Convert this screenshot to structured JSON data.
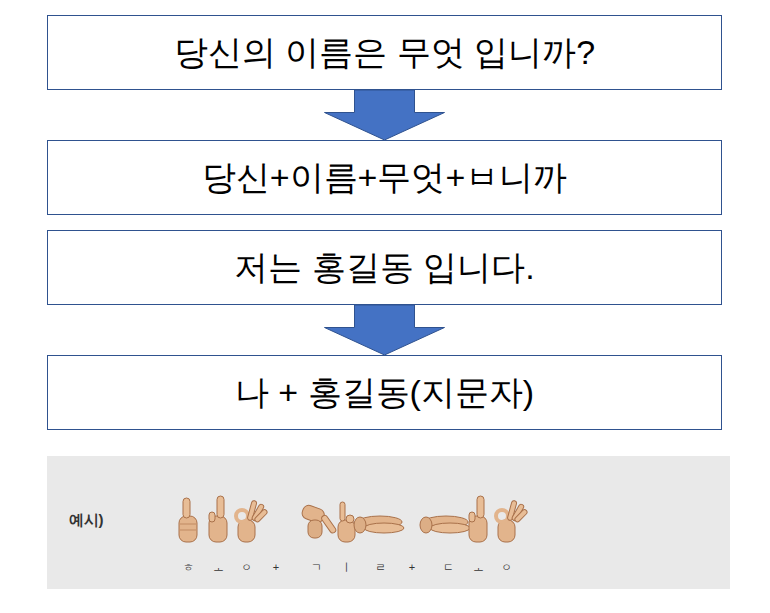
{
  "diagram": {
    "nodes": [
      {
        "text": [
          "당신의 이름은 무엇 입니까?"
        ]
      },
      {
        "text": [
          "당신+이름+무엇+ㅂ니까"
        ]
      },
      {
        "text": [
          "저는 홍길동 입니다."
        ]
      },
      {
        "text": [
          "나 + 홍길동(지문자)"
        ]
      }
    ],
    "edges": [
      {
        "from": 0,
        "to": 1,
        "arrow": "to"
      },
      {
        "from": 2,
        "to": 3,
        "arrow": "to"
      }
    ],
    "labels": [
      "예시)",
      "ㅎ",
      "ㅗ",
      "ㅇ",
      "+",
      "ㄱ",
      "ㅣ",
      "ㄹ",
      "+",
      "ㄷ",
      "ㅗ",
      "ㅇ"
    ]
  }
}
